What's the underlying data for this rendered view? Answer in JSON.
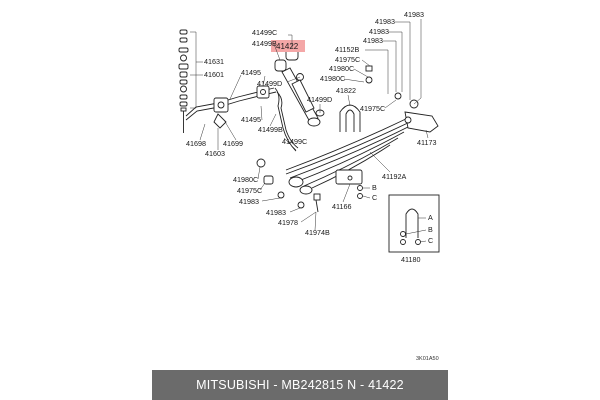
{
  "footer": {
    "text": "MITSUBISHI - MB242815     N - 41422"
  },
  "diagram_code": "3K01A50",
  "highlight": {
    "label": "41422",
    "color": "#f4a7a7"
  },
  "labels": [
    "41499C",
    "41499B",
    "41631",
    "41601",
    "41495",
    "41499D",
    "41495",
    "41499B",
    "41499C",
    "41698",
    "41603",
    "41699",
    "41983",
    "41983",
    "41983",
    "41983",
    "41152B",
    "41975C",
    "41980C",
    "41980C",
    "41822",
    "41975C",
    "41499D",
    "41173",
    "41192A",
    "41980C",
    "41975C",
    "41983",
    "41983",
    "41978",
    "41974B",
    "41166",
    "41180"
  ],
  "callouts": [
    "B",
    "C",
    "A",
    "B",
    "C"
  ]
}
